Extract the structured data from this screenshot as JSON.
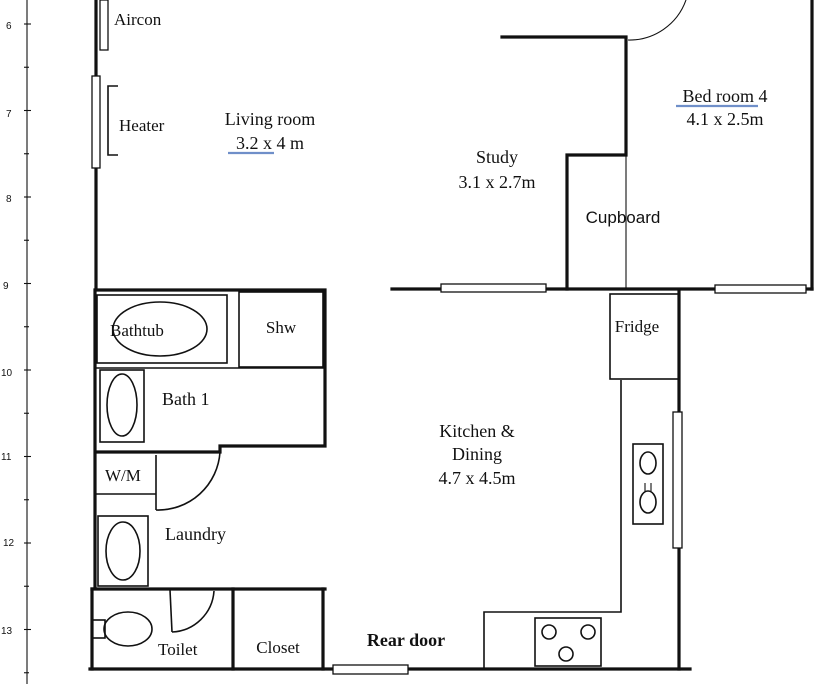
{
  "ruler": {
    "marks": [
      "6",
      "7",
      "8",
      "9",
      "10",
      "11",
      "12",
      "13"
    ]
  },
  "rooms": {
    "living": {
      "name": "Living room",
      "size": "3.2  x 4 m"
    },
    "study": {
      "name": "Study",
      "size": "3.1 x 2.7m"
    },
    "bedroom": {
      "name": "Bed room 4",
      "size": "4.1 x 2.5m"
    },
    "kitchen": {
      "name": "Kitchen &",
      "name2": "Dining",
      "size": "4.7 x 4.5m"
    }
  },
  "labels": {
    "aircon": "Aircon",
    "heater": "Heater",
    "cupboard": "Cupboard",
    "bathtub": "Bathtub",
    "shower": "Shw",
    "fridge": "Fridge",
    "bath1": "Bath 1",
    "washing_machine": "W/M",
    "laundry": "Laundry",
    "toilet": "Toilet",
    "closet": "Closet",
    "rear_door": "Rear door"
  }
}
